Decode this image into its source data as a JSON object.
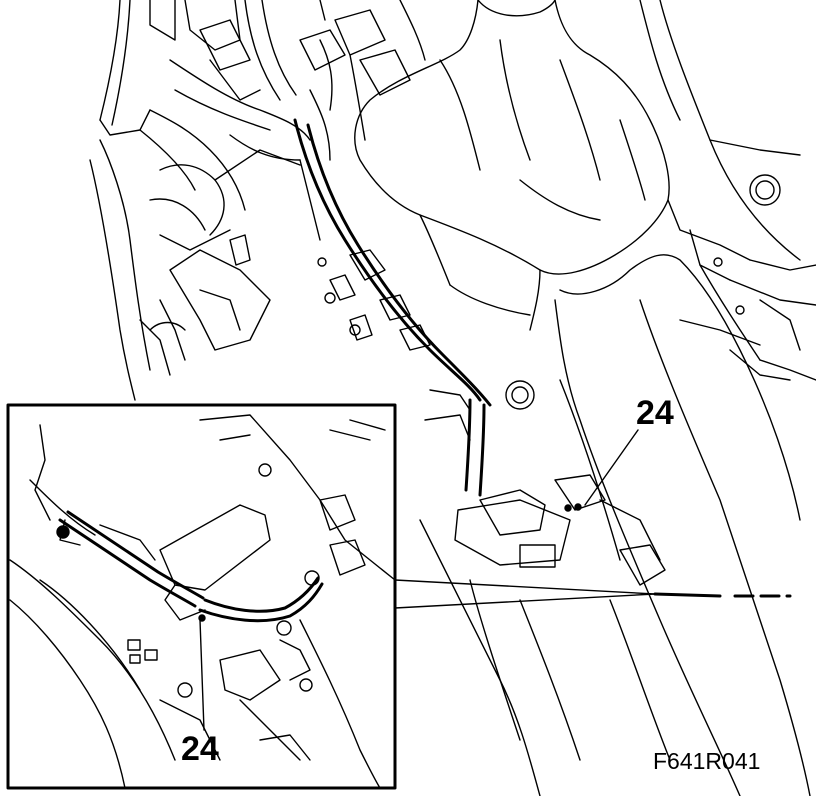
{
  "labels": {
    "callout_main": "24",
    "callout_inset": "24",
    "figure_code": "F641R041"
  },
  "colors": {
    "ink": "#000000",
    "paper": "#ffffff"
  }
}
